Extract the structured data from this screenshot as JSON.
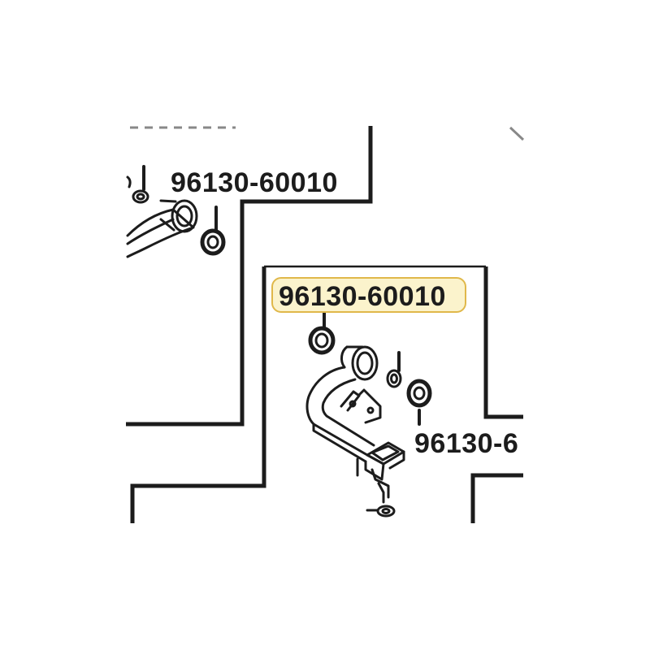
{
  "callouts": {
    "top": "96130-60010",
    "highlighted": "96130-60010",
    "right_cropped": "96130-6"
  },
  "colors": {
    "line": "#1c1c1c",
    "highlight_fill": "#fbf3cc",
    "highlight_border": "#e0b84a"
  }
}
